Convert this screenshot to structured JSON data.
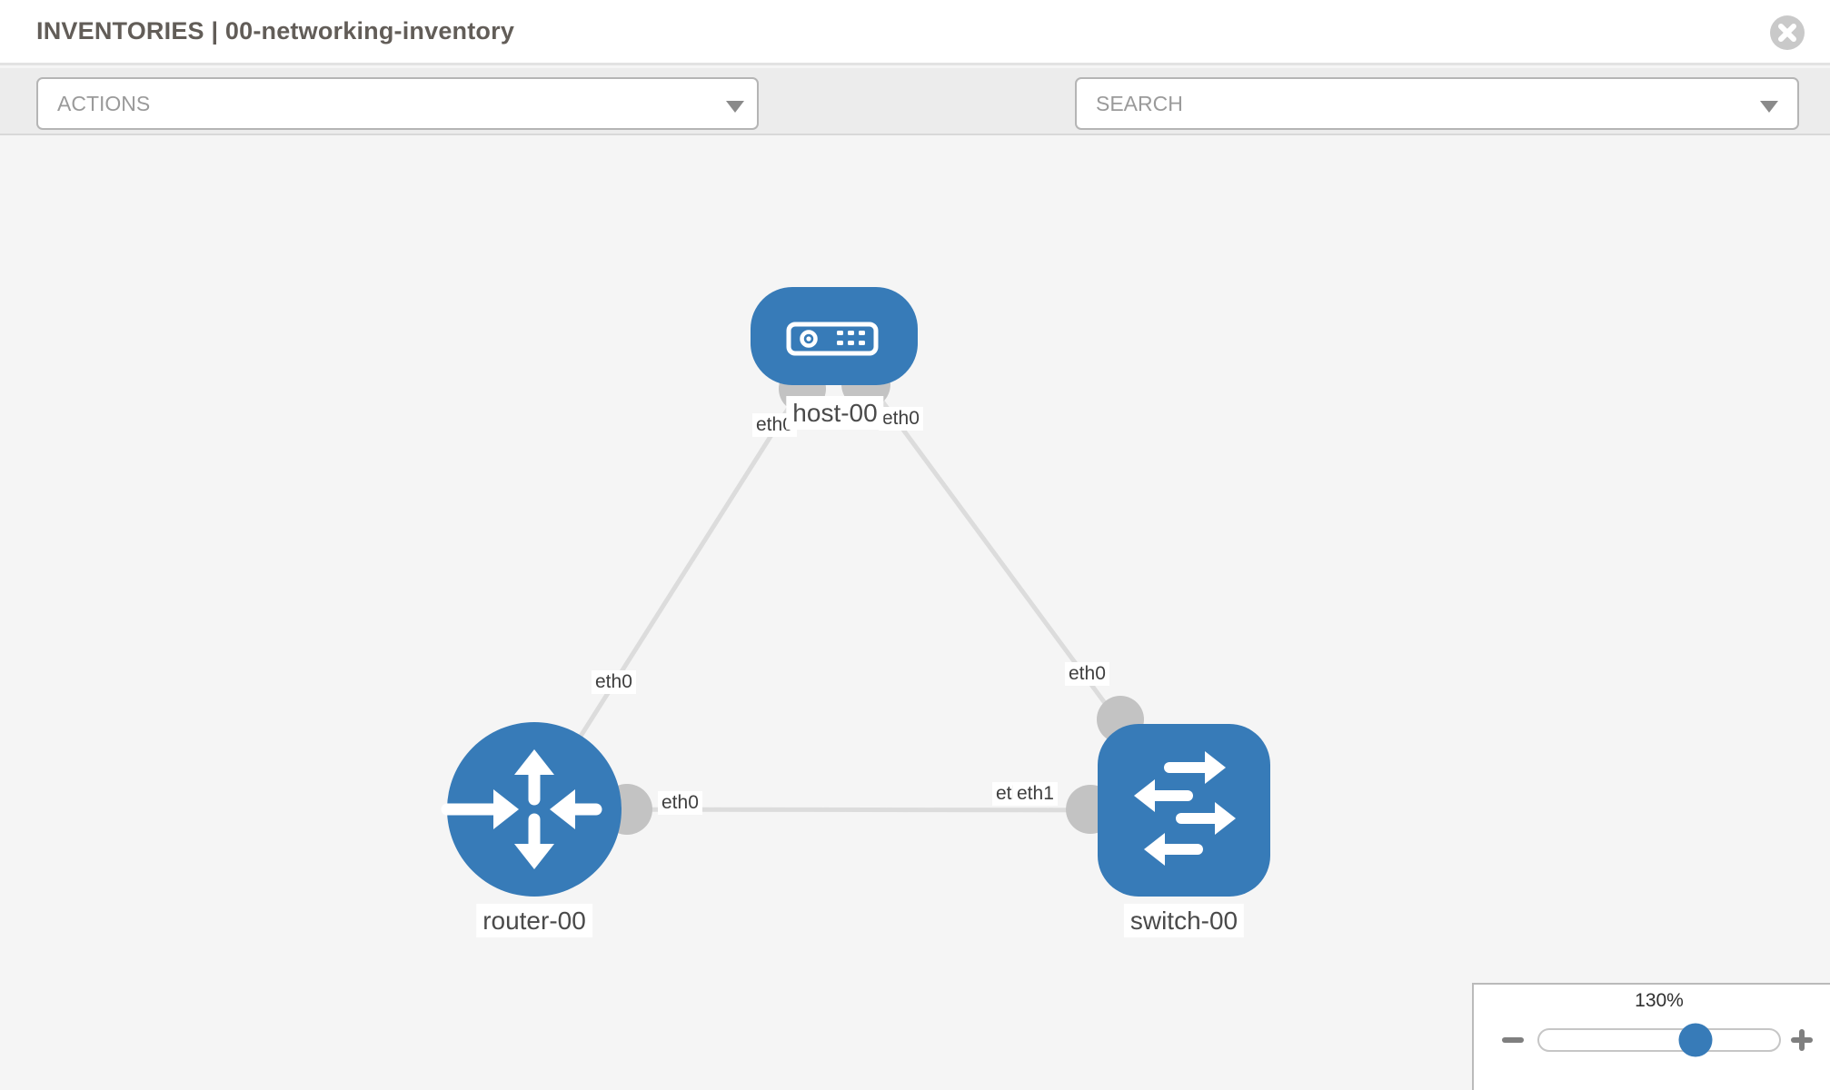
{
  "window": {
    "title": "INVENTORIES | 00-networking-inventory"
  },
  "toolbar": {
    "actions_label": "ACTIONS",
    "search_placeholder": "SEARCH",
    "icons": [
      "wrench-icon",
      "key-icon"
    ]
  },
  "topology": {
    "nodes": [
      {
        "label": "host-00",
        "type": "host"
      },
      {
        "label": "router-00",
        "type": "router"
      },
      {
        "label": "switch-00",
        "type": "switch"
      }
    ],
    "links": [
      {
        "from": "host-00",
        "to": "router-00",
        "from_interface": "eth0",
        "to_interface": "eth0"
      },
      {
        "from": "host-00",
        "to": "switch-00",
        "from_interface": "eth0",
        "to_interface": "eth0"
      },
      {
        "from": "router-00",
        "to": "switch-00",
        "from_interface": "eth0",
        "to_interface": "eth1"
      }
    ],
    "overlapped_hidden_interface": "eth0"
  },
  "zoom_control": {
    "level": "130%"
  },
  "colors": {
    "node_fill": "#377bb8",
    "connector_fill": "#c3c3c3",
    "link_stroke": "#dcdcdc",
    "slider_thumb": "#377bb8"
  }
}
